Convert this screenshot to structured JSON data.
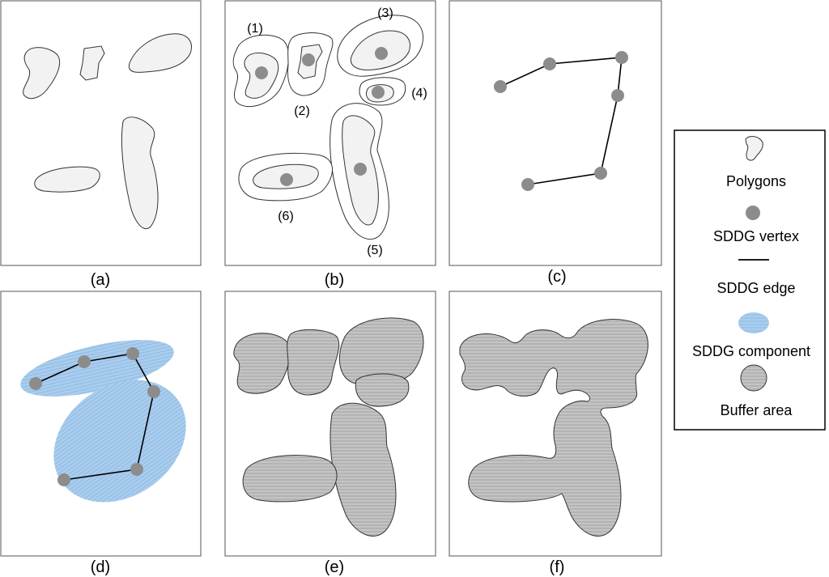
{
  "panels": {
    "a": {
      "caption": "(a)"
    },
    "b": {
      "caption": "(b)",
      "regions": [
        "(1)",
        "(2)",
        "(3)",
        "(4)",
        "(5)",
        "(6)"
      ]
    },
    "c": {
      "caption": "(c)"
    },
    "d": {
      "caption": "(d)"
    },
    "e": {
      "caption": "(e)"
    },
    "f": {
      "caption": "(f)"
    }
  },
  "legend": {
    "items": [
      {
        "icon": "polygon-icon",
        "label": "Polygons"
      },
      {
        "icon": "vertex-icon",
        "label": "SDDG vertex"
      },
      {
        "icon": "edge-icon",
        "label": "SDDG edge"
      },
      {
        "icon": "component-icon",
        "label": "SDDG component"
      },
      {
        "icon": "buffer-icon",
        "label": "Buffer area"
      }
    ]
  },
  "colors": {
    "polygon_fill": "#f2f2f2",
    "vertex": "#8c8c8c",
    "component": "#9cc3e6",
    "buffer": "#bfbfbf",
    "stroke": "#333333"
  }
}
